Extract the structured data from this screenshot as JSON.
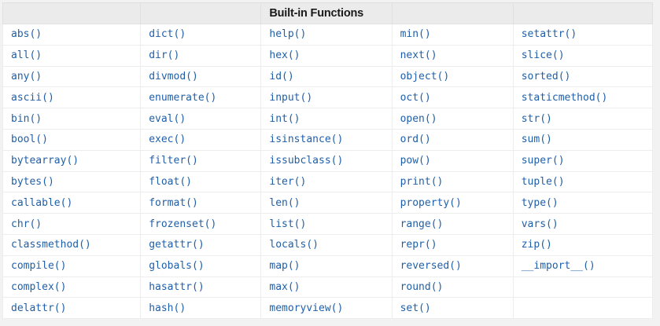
{
  "page": {
    "background_color": "#f2f2f2",
    "link_color": "#1f5fa9",
    "header_background": "#ebebeb",
    "border_color": "#ededed"
  },
  "table": {
    "name": "builtin-functions-table",
    "headers": [
      "",
      "",
      "Built-in Functions",
      "",
      ""
    ],
    "rows": [
      [
        "abs()",
        "dict()",
        "help()",
        "min()",
        "setattr()"
      ],
      [
        "all()",
        "dir()",
        "hex()",
        "next()",
        "slice()"
      ],
      [
        "any()",
        "divmod()",
        "id()",
        "object()",
        "sorted()"
      ],
      [
        "ascii()",
        "enumerate()",
        "input()",
        "oct()",
        "staticmethod()"
      ],
      [
        "bin()",
        "eval()",
        "int()",
        "open()",
        "str()"
      ],
      [
        "bool()",
        "exec()",
        "isinstance()",
        "ord()",
        "sum()"
      ],
      [
        "bytearray()",
        "filter()",
        "issubclass()",
        "pow()",
        "super()"
      ],
      [
        "bytes()",
        "float()",
        "iter()",
        "print()",
        "tuple()"
      ],
      [
        "callable()",
        "format()",
        "len()",
        "property()",
        "type()"
      ],
      [
        "chr()",
        "frozenset()",
        "list()",
        "range()",
        "vars()"
      ],
      [
        "classmethod()",
        "getattr()",
        "locals()",
        "repr()",
        "zip()"
      ],
      [
        "compile()",
        "globals()",
        "map()",
        "reversed()",
        "__import__()"
      ],
      [
        "complex()",
        "hasattr()",
        "max()",
        "round()",
        ""
      ],
      [
        "delattr()",
        "hash()",
        "memoryview()",
        "set()",
        ""
      ]
    ]
  }
}
